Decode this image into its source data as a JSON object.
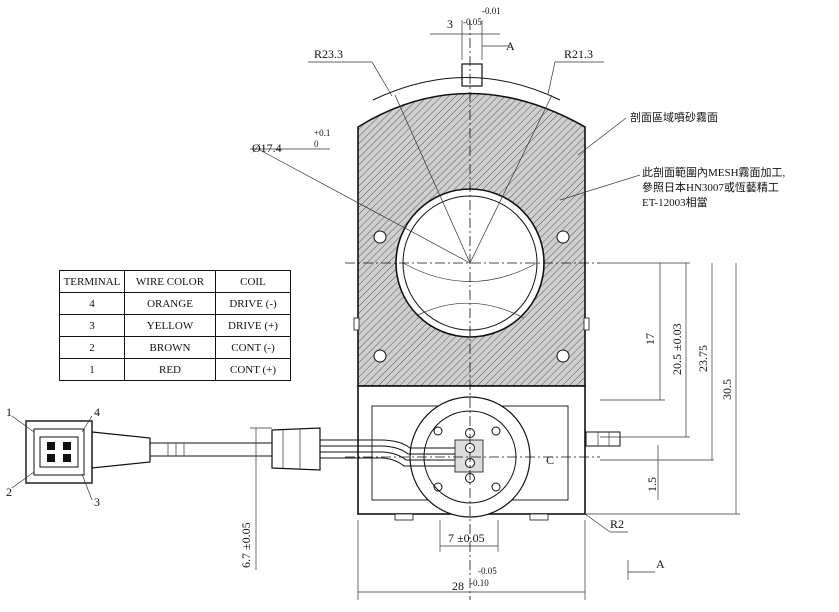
{
  "dimensions": {
    "top_slot": "3",
    "top_slot_tol_upper": "-0.01",
    "top_slot_tol_lower": "-0.05",
    "section_mark": "A",
    "radius_left": "R23.3",
    "radius_right": "R21.3",
    "bore_diameter": "Ø17.4",
    "bore_tol_upper": "+0.1",
    "bore_tol_lower": "0",
    "dim_17": "17",
    "dim_20_5": "20.5 ±0.03",
    "dim_23_75": "23.75",
    "dim_30_5": "30.5",
    "dim_1_5": "1.5",
    "corner_radius": "R2",
    "label_c": "C",
    "dim_7": "7 ±0.05",
    "dim_6_7": "6.7 ±0.05",
    "width_28": "28",
    "width_tol_upper": "-0.05",
    "width_tol_lower": "-0.10"
  },
  "notes": {
    "sandblast": "剖面區域噴砂霧面",
    "mesh_line1": "此剖面範圍內MESH霧面加工,",
    "mesh_line2": "參照日本HN3007或恆藝精工",
    "mesh_line3": "ET-12003相當"
  },
  "connector_pins": [
    "1",
    "4",
    "2",
    "3"
  ],
  "table": {
    "headers": [
      "TERMINAL",
      "WIRE COLOR",
      "COIL"
    ],
    "rows": [
      [
        "4",
        "ORANGE",
        "DRIVE (-)"
      ],
      [
        "3",
        "YELLOW",
        "DRIVE (+)"
      ],
      [
        "2",
        "BROWN",
        "CONT (-)"
      ],
      [
        "1",
        "RED",
        "CONT (+)"
      ]
    ]
  }
}
